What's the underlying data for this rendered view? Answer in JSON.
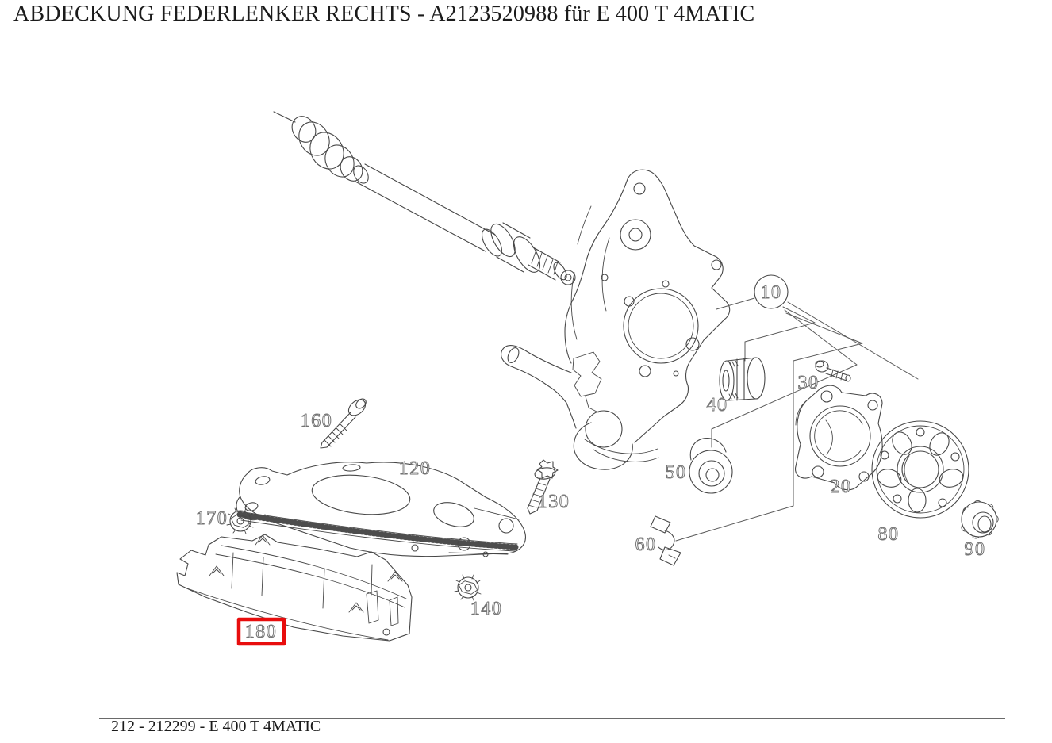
{
  "page": {
    "title": "ABDECKUNG FEDERLENKER RECHTS - A2123520988 für E 400 T 4MATIC",
    "footer": "212 - 212299 - E 400 T 4MATIC"
  },
  "diagram": {
    "type": "exploded-parts-line-drawing",
    "selected_callout": "180",
    "highlight_color": "#e80d0d",
    "line_color": "#474747",
    "callouts": {
      "n10": "10",
      "n20": "20",
      "n30": "30",
      "n40": "40",
      "n50": "50",
      "n60": "60",
      "n80": "80",
      "n90": "90",
      "n120": "120",
      "n130": "130",
      "n140": "140",
      "n160": "160",
      "n170": "170",
      "n180": "180"
    }
  }
}
